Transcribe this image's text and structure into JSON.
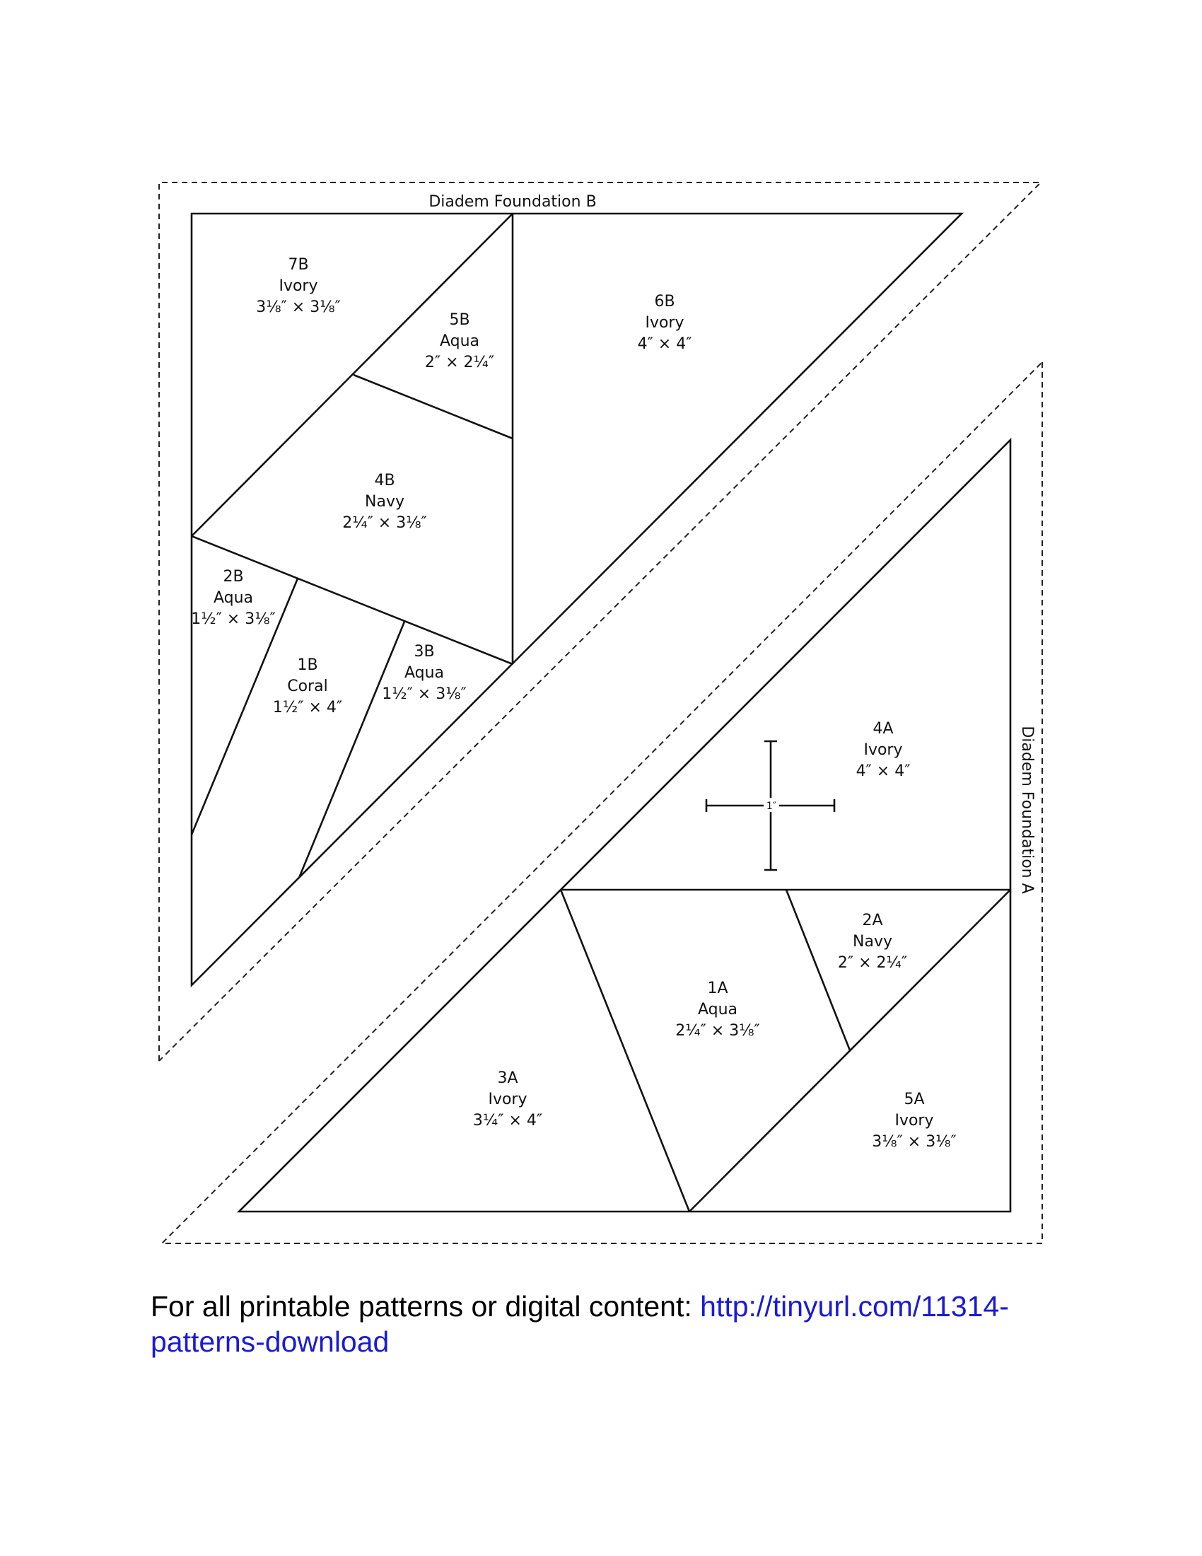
{
  "foundation_b": {
    "title": "Diadem Foundation B",
    "pieces": [
      {
        "id": "7B",
        "color": "Ivory",
        "size": "3⅛″ × 3⅛″"
      },
      {
        "id": "5B",
        "color": "Aqua",
        "size": "2″ × 2¼″"
      },
      {
        "id": "6B",
        "color": "Ivory",
        "size": "4″ × 4″"
      },
      {
        "id": "4B",
        "color": "Navy",
        "size": "2¼″ × 3⅛″"
      },
      {
        "id": "2B",
        "color": "Aqua",
        "size": "1½″ × 3⅛″"
      },
      {
        "id": "1B",
        "color": "Coral",
        "size": "1½″ × 4″"
      },
      {
        "id": "3B",
        "color": "Aqua",
        "size": "1½″ × 3⅛″"
      }
    ]
  },
  "foundation_a": {
    "title": "Diadem Foundation A",
    "pieces": [
      {
        "id": "4A",
        "color": "Ivory",
        "size": "4″ × 4″"
      },
      {
        "id": "2A",
        "color": "Navy",
        "size": "2″ × 2¼″"
      },
      {
        "id": "1A",
        "color": "Aqua",
        "size": "2¼″ × 3⅛″"
      },
      {
        "id": "3A",
        "color": "Ivory",
        "size": "3¼″ × 4″"
      },
      {
        "id": "5A",
        "color": "Ivory",
        "size": "3⅛″ × 3⅛″"
      }
    ]
  },
  "ruler": {
    "label": "1″"
  },
  "footer": {
    "text": "For all printable patterns or digital content: ",
    "link_text": "http://tinyurl.com/11314-patterns-download",
    "link_color": "#1a1ad6"
  }
}
